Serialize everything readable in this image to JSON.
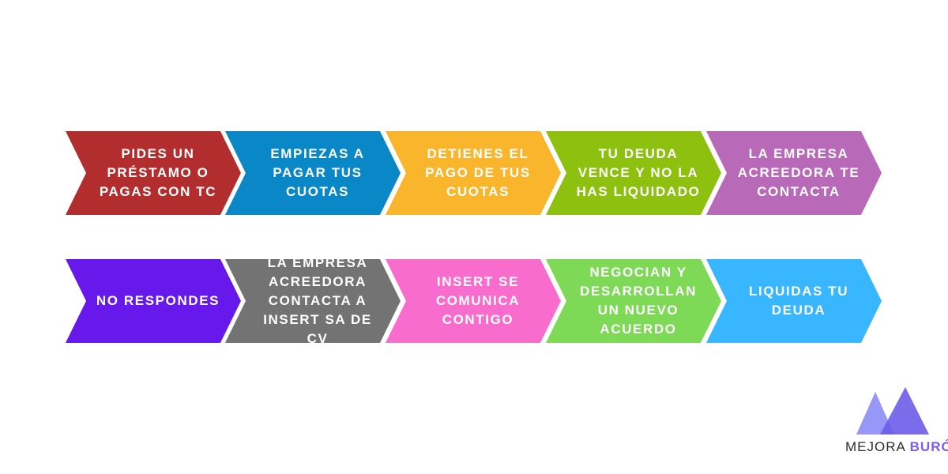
{
  "flow": {
    "row1": [
      {
        "label": "PIDES UN\nPRÉSTAMO O\nPAGAS CON TC",
        "color": "#b22e2e"
      },
      {
        "label": "EMPIEZAS A\nPAGAR TUS\nCUOTAS",
        "color": "#0a87c6"
      },
      {
        "label": "DETIENES EL\nPAGO DE TUS\nCUOTAS",
        "color": "#f9b52c"
      },
      {
        "label": "TU DEUDA\nVENCE Y NO LA\nHAS LIQUIDADO",
        "color": "#8dc00f"
      },
      {
        "label": "LA EMPRESA\nACREEDORA TE\nCONTACTA",
        "color": "#b86ab8"
      }
    ],
    "row2": [
      {
        "label": "NO RESPONDES",
        "color": "#6619ea"
      },
      {
        "label": "LA EMPRESA\nACREEDORA\nCONTACTA A\nINSERT SA DE CV",
        "color": "#737373"
      },
      {
        "label": "INSERT SE\nCOMUNICA\nCONTIGO",
        "color": "#f76ccd"
      },
      {
        "label": "NEGOCIAN Y\nDESARROLLAN\nUN NUEVO\nACUERDO",
        "color": "#7ed957"
      },
      {
        "label": "LIQUIDAS TU\nDEUDA",
        "color": "#38b6ff"
      }
    ]
  },
  "logo": {
    "word1": "MEJORA",
    "word2": "BURÓ",
    "colors": {
      "mark_light": "#8c8cf7",
      "mark_dark": "#6b5ce8",
      "accent": "#7b5cf0"
    }
  }
}
